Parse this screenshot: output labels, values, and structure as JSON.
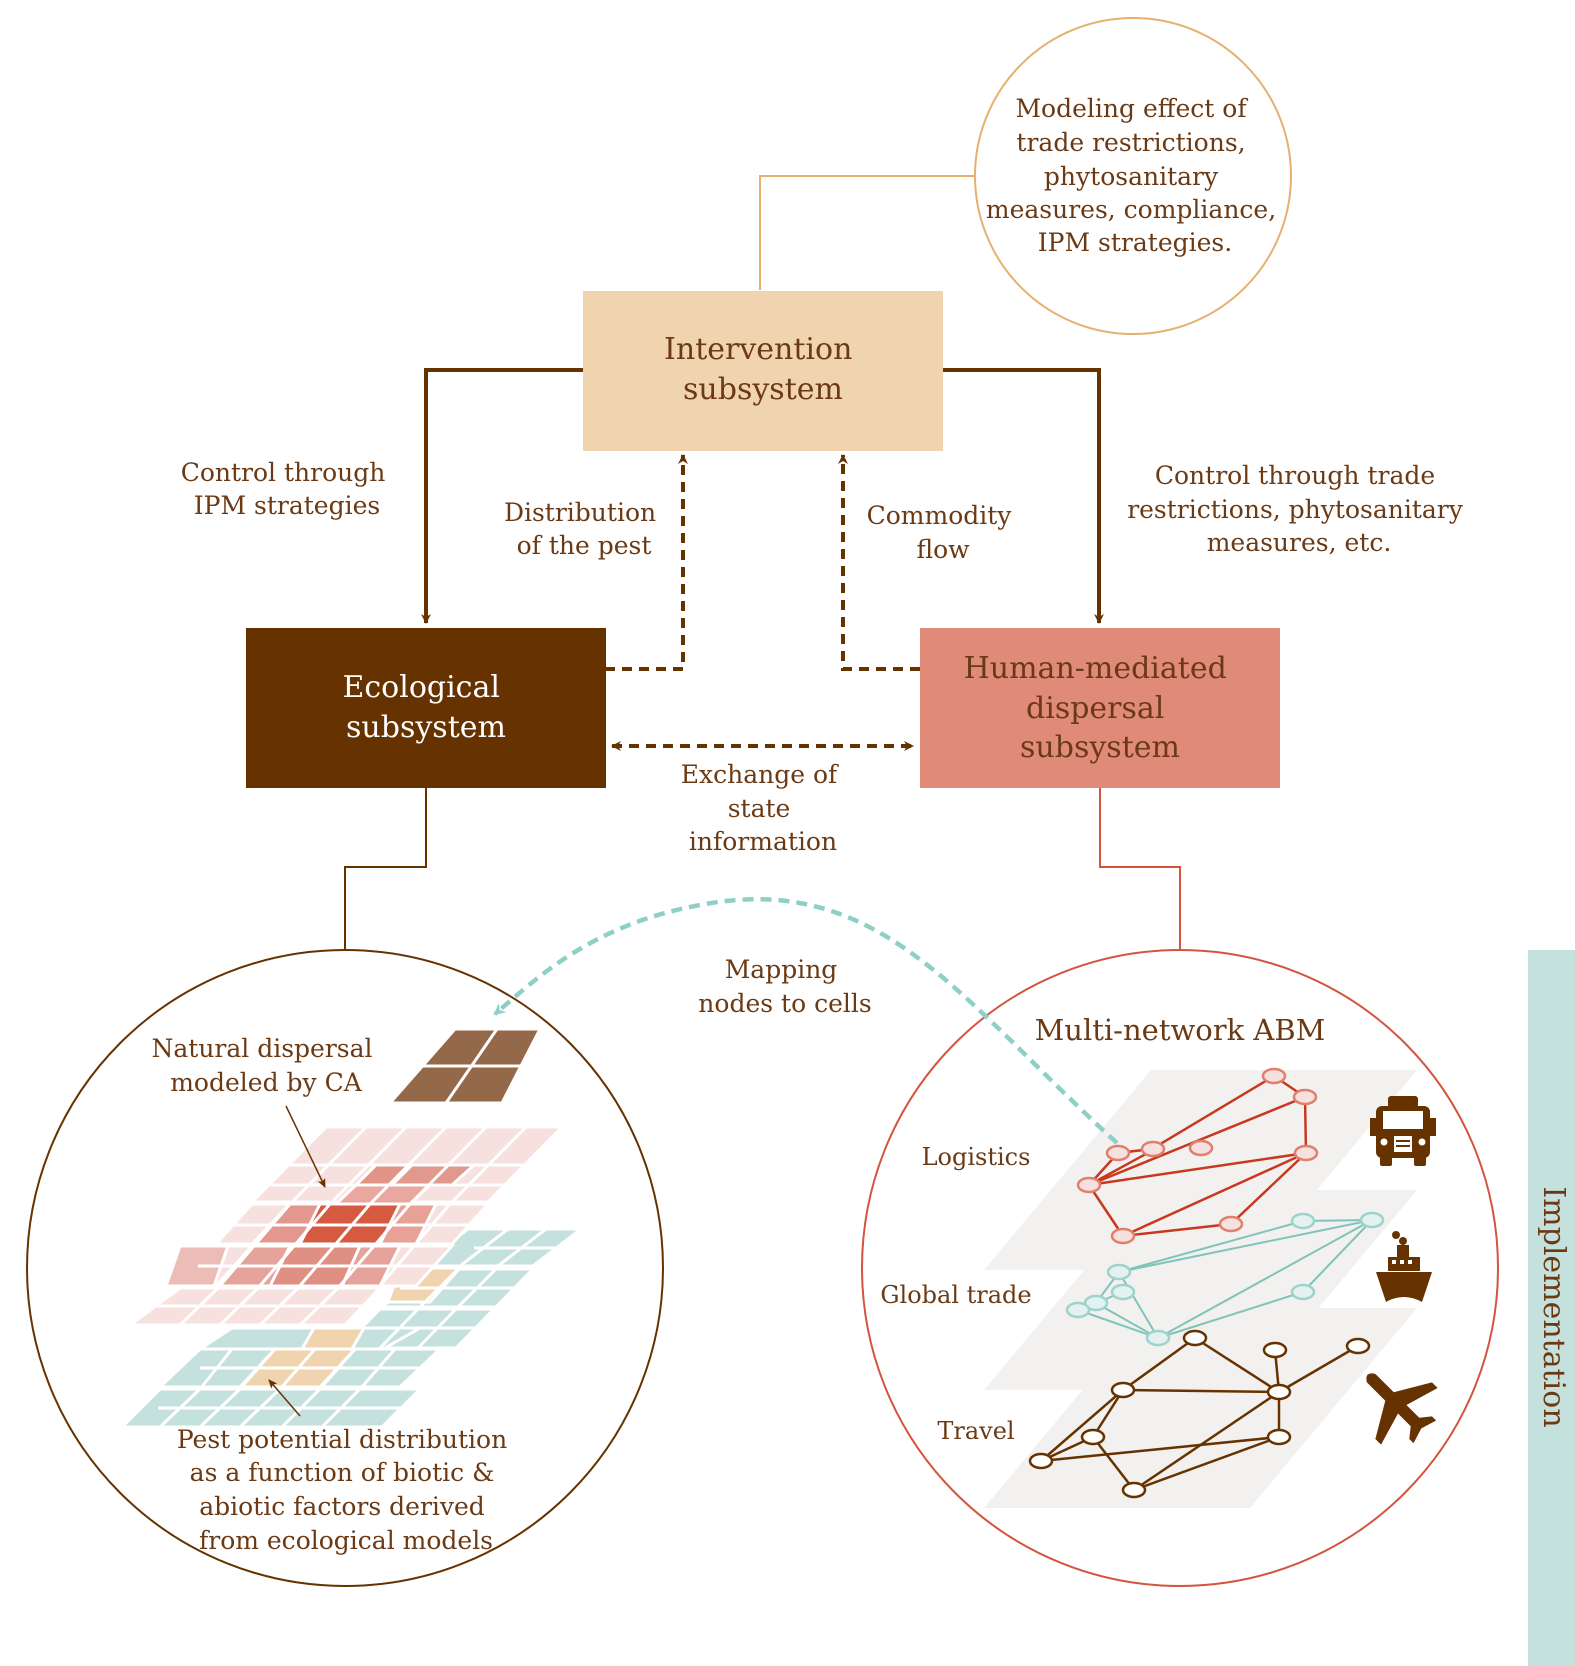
{
  "colors": {
    "brown_dark": "#663300",
    "text_brown": "#6b3a14",
    "peach": "#f0d3af",
    "salmon": "#e08b79",
    "circle_gold": "#e6b16f",
    "circle_red": "#d4553f",
    "teal": "#8fd0c6",
    "teal_light": "#c5e1de",
    "implementation_bar": "#c5e1de"
  },
  "boxes": {
    "intervention": [
      "Intervention",
      "subsystem"
    ],
    "ecological": [
      "Ecological",
      "subsystem"
    ],
    "human": [
      "Human-mediated",
      "dispersal",
      "subsystem"
    ]
  },
  "circle_top": [
    "Modeling effect of",
    "trade restrictions,",
    "phytosanitary",
    "measures, compliance,",
    "IPM strategies."
  ],
  "edge_labels": {
    "control_ipm": [
      "Control through",
      "IPM strategies"
    ],
    "distribution": [
      "Distribution",
      "of the pest"
    ],
    "commodity": [
      "Commodity",
      "flow"
    ],
    "control_trade": [
      "Control through trade",
      "restrictions, phytosanitary",
      "measures, etc."
    ],
    "exchange": [
      "Exchange of",
      "state",
      "information"
    ],
    "mapping": [
      "Mapping",
      "nodes to cells"
    ]
  },
  "left_circle": {
    "natural": [
      "Natural dispersal",
      "modeled by CA"
    ],
    "pest": [
      "Pest potential distribution",
      "as a function of biotic &",
      "abiotic factors derived",
      "from ecological models"
    ]
  },
  "right_circle": {
    "title": "Multi-network ABM",
    "layers": [
      "Logistics",
      "Global trade",
      "Travel"
    ],
    "icons": [
      "truck-icon",
      "ship-icon",
      "airplane-icon"
    ]
  },
  "implementation_label": "Implementation"
}
